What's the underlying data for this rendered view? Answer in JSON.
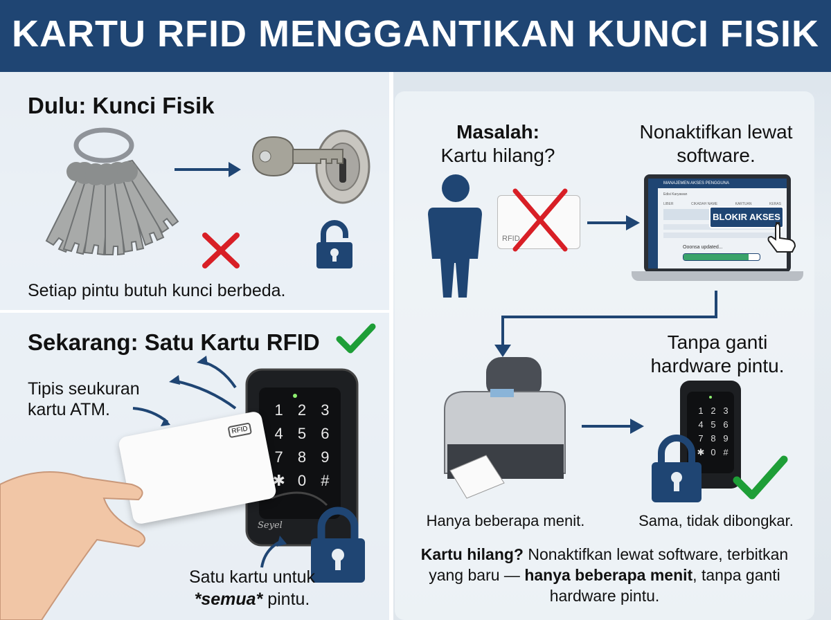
{
  "banner": {
    "title": "KARTU RFID MENGGANTIKAN KUNCI FISIK"
  },
  "left_top": {
    "heading": "Dulu: Kunci Fisik",
    "caption": "Setiap pintu butuh kunci berbeda."
  },
  "left_bottom": {
    "heading": "Sekarang: Satu Kartu RFID",
    "thin_note": "Tipis seukuran kartu ATM.",
    "card_label": "RFID",
    "keypad_keys": [
      "1",
      "2",
      "3",
      "4",
      "5",
      "6",
      "7",
      "8",
      "9",
      "✱",
      "0",
      "#"
    ],
    "reader_brand": "Seyel",
    "footer_prefix": "Satu kartu untuk",
    "footer_emph": "*semua*",
    "footer_suffix": "pintu."
  },
  "right": {
    "problem_label": "Masalah:",
    "problem_text": "Kartu hilang?",
    "card_label": "RFID",
    "deactivate_text": "Nonaktifkan lewat software.",
    "laptop": {
      "window_title": "MANAJEMEN AKSES PENGGUNA",
      "tab": "Edisi Karyawan",
      "columns": [
        "LIBER",
        "CIKADAH NAME",
        "KARTUAN",
        "KERAS"
      ],
      "block_button": "BLOKIR AKSES",
      "status": "Ooonsa updated...",
      "progress": 0.85
    },
    "no_hw_text": "Tanpa ganti hardware pintu.",
    "printer_caption": "Hanya beberapa menit.",
    "reader_caption": "Sama, tidak dibongkar.",
    "summary": {
      "b1": "Kartu hilang?",
      "t1": " Nonaktifkan lewat software, terbitkan yang baru — ",
      "b2": "hanya beberapa menit",
      "t2": ", tanpa ganti hardware pintu."
    }
  },
  "colors": {
    "navy": "#1f4573",
    "green": "#1e9e37",
    "red": "#d81f26"
  }
}
